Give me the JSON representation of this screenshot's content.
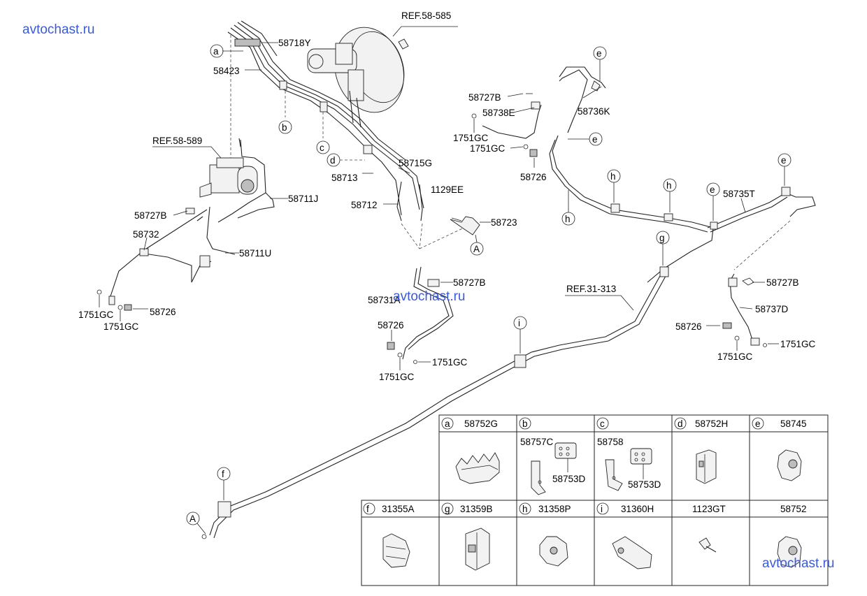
{
  "watermark": "avtochast.ru",
  "refs": {
    "ref_58585": "REF.58-585",
    "ref_58589": "REF.58-589",
    "ref_31313": "REF.31-313"
  },
  "labels": {
    "p58718Y": "58718Y",
    "p58423": "58423",
    "p58711J": "58711J",
    "p58727B_left": "58727B",
    "p58732": "58732",
    "p58711U": "58711U",
    "p1751GC_l1": "1751GC",
    "p1751GC_l2": "1751GC",
    "p58726_l": "58726",
    "p58713": "58713",
    "p58715G": "58715G",
    "p58712": "58712",
    "p1129EE": "1129EE",
    "p58723": "58723",
    "p58727B_mid": "58727B",
    "p58731A": "58731A",
    "p58726_m": "58726",
    "p1751GC_m1": "1751GC",
    "p1751GC_m2": "1751GC",
    "p58727B_top": "58727B",
    "p58738E": "58738E",
    "p1751GC_t1": "1751GC",
    "p1751GC_t2": "1751GC",
    "p58726_t": "58726",
    "p58736K": "58736K",
    "p58735T": "58735T",
    "p58727B_right": "58727B",
    "p58737D": "58737D",
    "p58726_r": "58726",
    "p1751GC_r1": "1751GC",
    "p1751GC_r2": "1751GC"
  },
  "callouts": {
    "a": "a",
    "b": "b",
    "c": "c",
    "d": "d",
    "e": "e",
    "f": "f",
    "g": "g",
    "h": "h",
    "i": "i",
    "A": "A"
  },
  "table": {
    "row1": [
      {
        "letter": "a",
        "part": "58752G"
      },
      {
        "letter": "b",
        "part": "",
        "sub1": "58757C",
        "sub2": "58753D"
      },
      {
        "letter": "c",
        "part": "",
        "sub1": "58758",
        "sub2": "58753D"
      },
      {
        "letter": "d",
        "part": "58752H"
      },
      {
        "letter": "e",
        "part": "58745"
      }
    ],
    "row2": [
      {
        "letter": "f",
        "part": "31355A"
      },
      {
        "letter": "g",
        "part": "31359B"
      },
      {
        "letter": "h",
        "part": "31358P"
      },
      {
        "letter": "i",
        "part": "31360H"
      },
      {
        "letter": "",
        "part": "1123GT"
      },
      {
        "letter": "",
        "part": "58752"
      }
    ]
  }
}
